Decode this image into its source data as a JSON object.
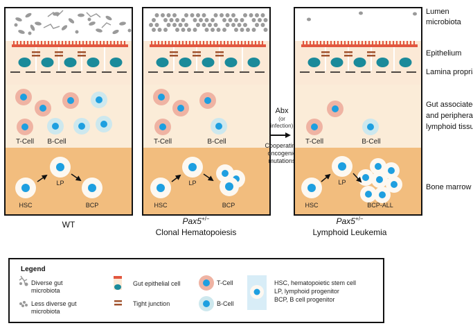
{
  "panels": [
    {
      "id": "wt",
      "caption_line1": "WT",
      "caption_line2": "",
      "caption_superscript": "",
      "tcell": "T-Cell",
      "bcell": "B-Cell",
      "hsc": "HSC",
      "lp": "LP",
      "bcp": "BCP"
    },
    {
      "id": "clonal",
      "caption_line1": "Pax5",
      "caption_superscript": "+/−",
      "caption_line2": "Clonal Hematopoiesis",
      "tcell": "T-Cell",
      "bcell": "B-Cell",
      "hsc": "HSC",
      "lp": "LP",
      "bcp": "BCP"
    },
    {
      "id": "leukemia",
      "caption_line1": "Pax5",
      "caption_superscript": "+/−",
      "caption_line2": "Lymphoid Leukemia",
      "tcell": "T-Cell",
      "bcell": "B-Cell",
      "hsc": "HSC",
      "lp": "LP",
      "bcp": "BCP-ALL"
    }
  ],
  "layers": {
    "lumen": [
      "Lumen",
      "microbiota"
    ],
    "epithelium": "Epithelium",
    "lamina": "Lamina propria",
    "gut": [
      "Gut associated",
      "and peripheral",
      "lymphoid tissue"
    ],
    "marrow": "Bone marrow"
  },
  "transition": {
    "abx": "Abx",
    "infection": [
      "(or",
      "infection)"
    ],
    "oncogenic": [
      "Cooperating",
      "oncogenic",
      "mutations"
    ]
  },
  "legend": {
    "title": "Legend",
    "diverse": [
      "Diverse gut",
      "microbiota"
    ],
    "less_diverse": [
      "Less diverse gut",
      "microbiota"
    ],
    "gut_epithelial": "Gut epithelial cell",
    "tight_junction": "Tight junction",
    "tcell": "T-Cell",
    "bcell": "B-Cell",
    "stem_lines": [
      "HSC, hematopoietic stem cell",
      "LP, lymphoid progenitor",
      "BCP, B cell progenitor"
    ]
  },
  "colors": {
    "lumen_bg": "#ffffff",
    "epithelium_bg": "#fbe9d6",
    "villi": "#e2573f",
    "nucleus_teal": "#1b8a9a",
    "junction": "#a0522d",
    "gut_bg": "#fbecd8",
    "marrow_bg": "#f2bd7e",
    "tcell_fill": "#efb3a3",
    "bcell_fill": "#cde8ee",
    "nucleus_blue": "#1e9fe0",
    "stem_fill": "#fdf8f1",
    "microbe": "#9a9a9a",
    "legend_stem_bg": "#d8edf7"
  }
}
